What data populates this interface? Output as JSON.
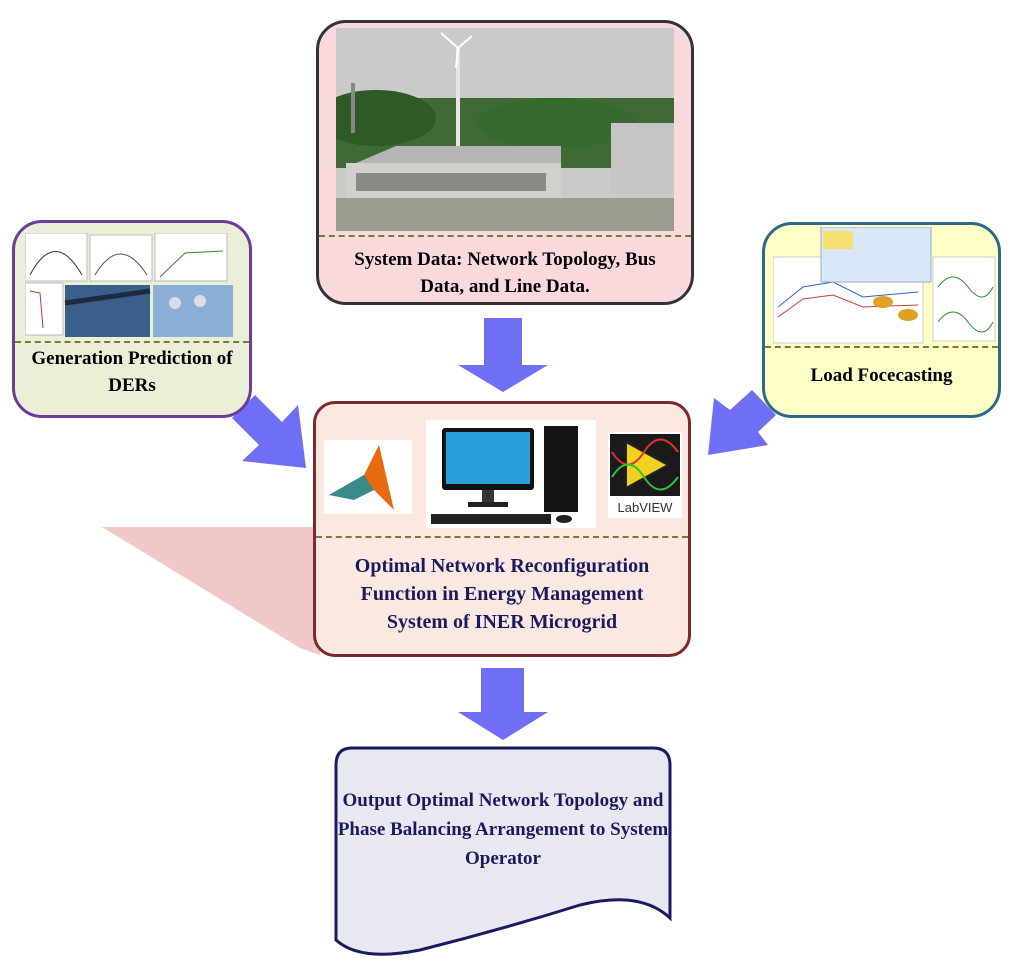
{
  "system_data": {
    "label": "System Data: Network Topology, Bus Data, and Line Data."
  },
  "generation": {
    "label": "Generation Prediction of DERs"
  },
  "load": {
    "label": "Load Focecasting"
  },
  "central": {
    "label": "Optimal Network Reconfiguration Function in Energy Management System of INER Microgrid",
    "labview_text": "LabVIEW"
  },
  "output": {
    "label": "Output Optimal Network Topology and Phase Balancing Arrangement to System Operator"
  },
  "colors": {
    "arrow": "#6f6ff5",
    "system_data_fill": "#f9d9dc",
    "generation_fill": "#eaf0d8",
    "load_fill": "#ffffc8",
    "central_fill": "#fbe8e0",
    "output_fill": "#e8e8f0",
    "dark_navy_text": "#1a1a60"
  }
}
